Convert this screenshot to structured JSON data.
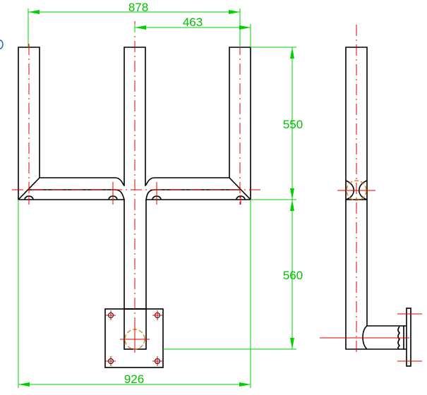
{
  "dimensions": {
    "top_overall_width": "878",
    "top_half_width": "463",
    "upper_height": "550",
    "lower_height": "560",
    "bottom_plate_width": "926"
  },
  "colors": {
    "object_lines": "#000000",
    "center_lines": "#e00000",
    "dimension_lines": "#00d000",
    "hidden_circle": "#e08020"
  }
}
